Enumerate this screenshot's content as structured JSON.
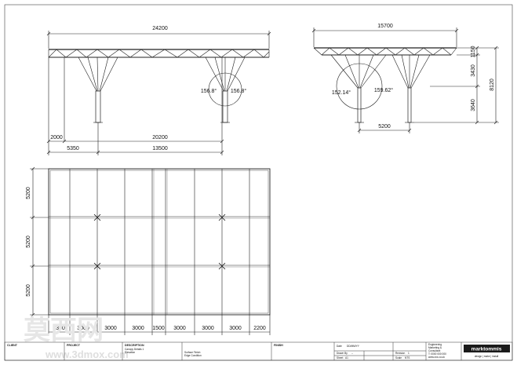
{
  "front_elevation": {
    "overall_width": "24200",
    "span": "20200",
    "left_offset": "2000",
    "left_to_column": "5350",
    "column_spacing": "13500",
    "angle_left": "156.8°",
    "angle_right": "156.8°"
  },
  "side_elevation": {
    "overall_width": "15700",
    "column_spacing": "5200",
    "angle_left": "152.14°",
    "angle_right": "159.62°",
    "h_top": "1150",
    "h_mid": "3430",
    "h_low": "3640",
    "h_total": "8120"
  },
  "plan": {
    "row_dims": [
      "5200",
      "5200",
      "5200"
    ],
    "col_dims": [
      "2300",
      "3000",
      "3000",
      "3000",
      "1500",
      "3000",
      "3000",
      "3000",
      "2200"
    ]
  },
  "title_block": {
    "client_label": "CLIENT",
    "project_label": "PROJECT",
    "description_label": "DESCRIPTION",
    "description_lines": [
      "Canopy Details 1",
      "Elevation"
    ],
    "finish_lines": [
      "Surface Finish",
      "Edge Condition"
    ],
    "finish_label": "FINISH",
    "date_label": "Date",
    "date_value": "DD/MM/YY",
    "drawn_label": "Drawn By",
    "drawn_value": "--",
    "sheet_label": "Sheet",
    "sheet_value": "A1",
    "revision_label": "Revision",
    "revision_value": "1",
    "scale_label": "Scale",
    "scale_value": "NTS",
    "contact_lines": [
      "Engineering",
      "Marketing &",
      "Consultant",
      "T: 0000 000 000",
      "www.xxx.co.uk"
    ],
    "logo": "marktommis",
    "logo_tagline": "design | make | install"
  },
  "watermark": {
    "chinese": "莫西网",
    "url": "www.3dmox.com"
  }
}
